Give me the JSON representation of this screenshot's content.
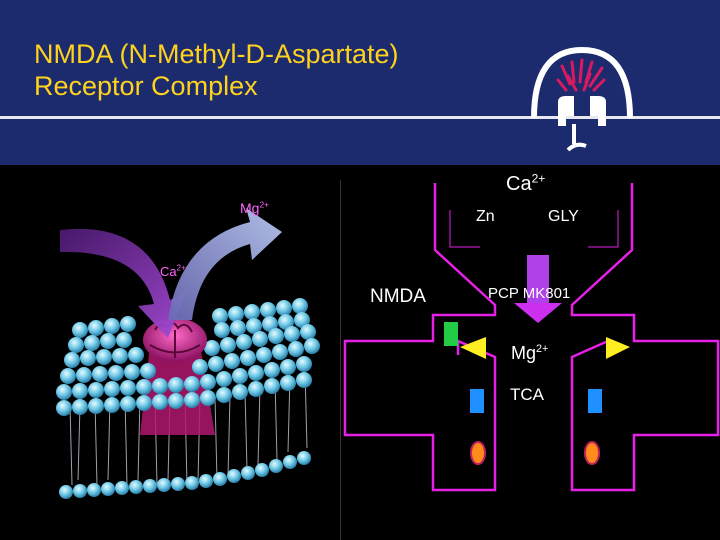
{
  "title": {
    "line1": "NMDA (N-Methyl-D-Aspartate)",
    "line2": "Receptor Complex"
  },
  "colors": {
    "header_bg": "#1c2a6e",
    "title_text": "#ffd21e",
    "outline": "#e620e6",
    "site_green": "#22cc44",
    "site_yellow": "#ffee22",
    "site_blue": "#1e90ff",
    "site_orange": "#ff8c1a"
  },
  "icons": [
    "logo-neuron-icon",
    "mg-arrow-icon",
    "ca-arrow-icon",
    "ion-channel-icon",
    "membrane-bilayer-icon",
    "pcp-arrow-icon"
  ],
  "photo": {
    "mg_base": "Mg",
    "mg_sup": "2+",
    "ca_base": "Ca",
    "ca_sup": "2+"
  },
  "diagram": {
    "ca_base": "Ca",
    "ca_sup": "2+",
    "zn": "Zn",
    "gly": "GLY",
    "nmda": "NMDA",
    "pcp": "PCP MK801",
    "mg_base": "Mg",
    "mg_sup": "2+",
    "tca": "TCA"
  }
}
